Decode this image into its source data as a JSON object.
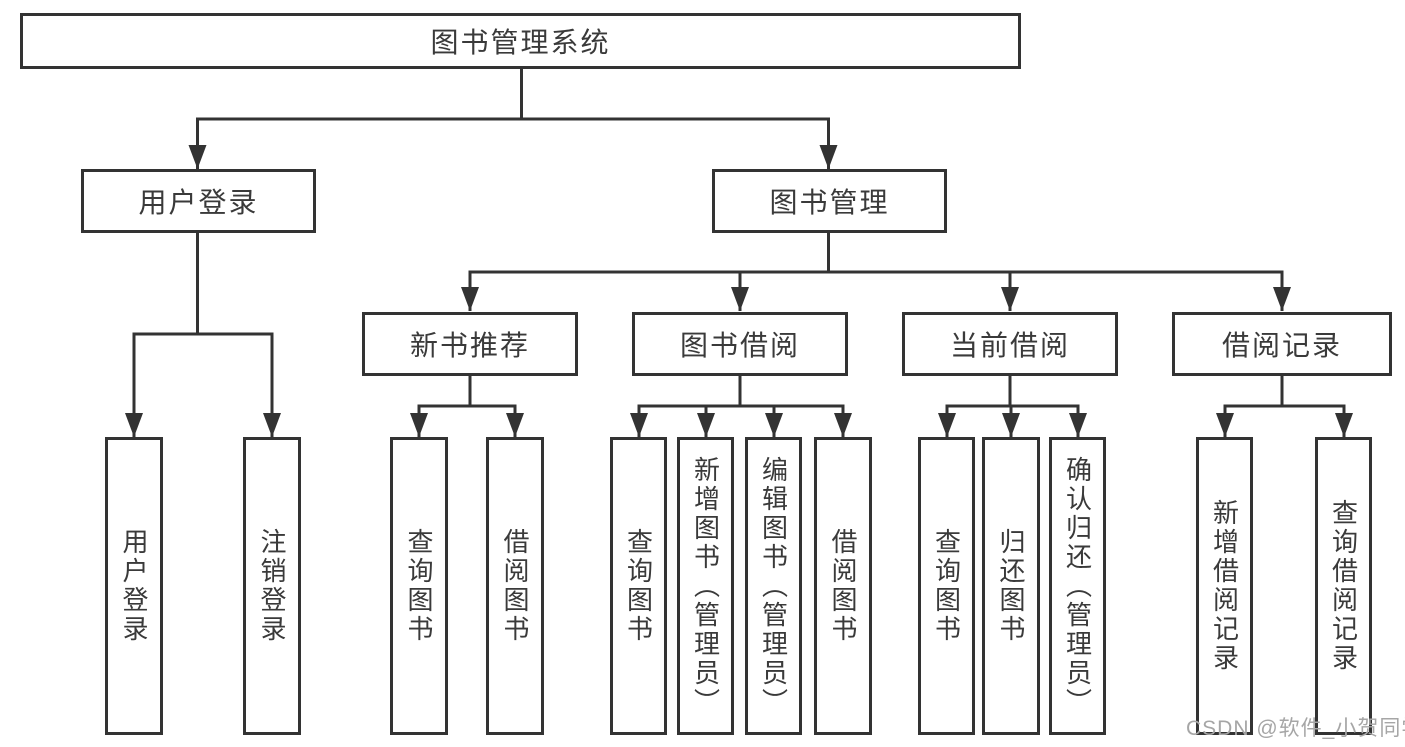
{
  "diagram_title": "图书管理系统",
  "tree": {
    "root": {
      "label": "图书管理系统",
      "children": [
        {
          "label": "用户登录",
          "children": [
            {
              "label": "用户登录"
            },
            {
              "label": "注销登录"
            }
          ]
        },
        {
          "label": "图书管理",
          "children": [
            {
              "label": "新书推荐",
              "children": [
                {
                  "label": "查询图书"
                },
                {
                  "label": "借阅图书"
                }
              ]
            },
            {
              "label": "图书借阅",
              "children": [
                {
                  "label": "查询图书"
                },
                {
                  "label": "新增图书（管理员）"
                },
                {
                  "label": "编辑图书（管理员）"
                },
                {
                  "label": "借阅图书"
                }
              ]
            },
            {
              "label": "当前借阅",
              "children": [
                {
                  "label": "查询图书"
                },
                {
                  "label": "归还图书"
                },
                {
                  "label": "确认归还（管理员）"
                }
              ]
            },
            {
              "label": "借阅记录",
              "children": [
                {
                  "label": "新增借阅记录"
                },
                {
                  "label": "查询借阅记录"
                }
              ]
            }
          ]
        }
      ]
    }
  },
  "watermark": {
    "text": "CSDN @软件_小贺同学"
  },
  "colors": {
    "line": "#333333",
    "node_border": "#333333",
    "text": "#3a3a3a",
    "watermark": "#a6a6a6",
    "background": "#ffffff"
  }
}
